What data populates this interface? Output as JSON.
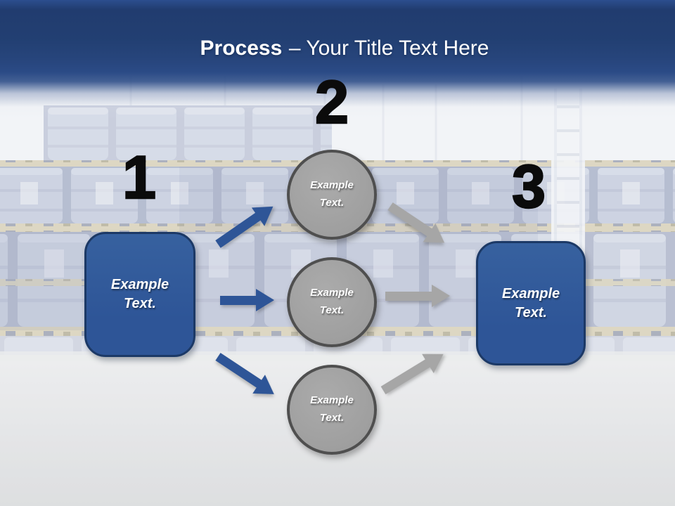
{
  "title": {
    "emphasis": "Process",
    "rest": "– Your Title Text Here"
  },
  "steps": [
    {
      "number": "1",
      "label": "Example Text."
    },
    {
      "number": "2"
    },
    {
      "number": "3",
      "label": "Example Text."
    }
  ],
  "circles": [
    {
      "label": "Example Text."
    },
    {
      "label": "Example Text."
    },
    {
      "label": "Example Text."
    }
  ],
  "colors": {
    "accent_blue": "#2e5597",
    "box_border": "#1c3966",
    "circle_fill": "#9e9e9e",
    "circle_border": "#4f4f4f",
    "arrow_gray": "#a6a6a6",
    "number_color": "#0b0b0b",
    "title_color": "#ffffff",
    "header_blue": "#2a4a84"
  }
}
